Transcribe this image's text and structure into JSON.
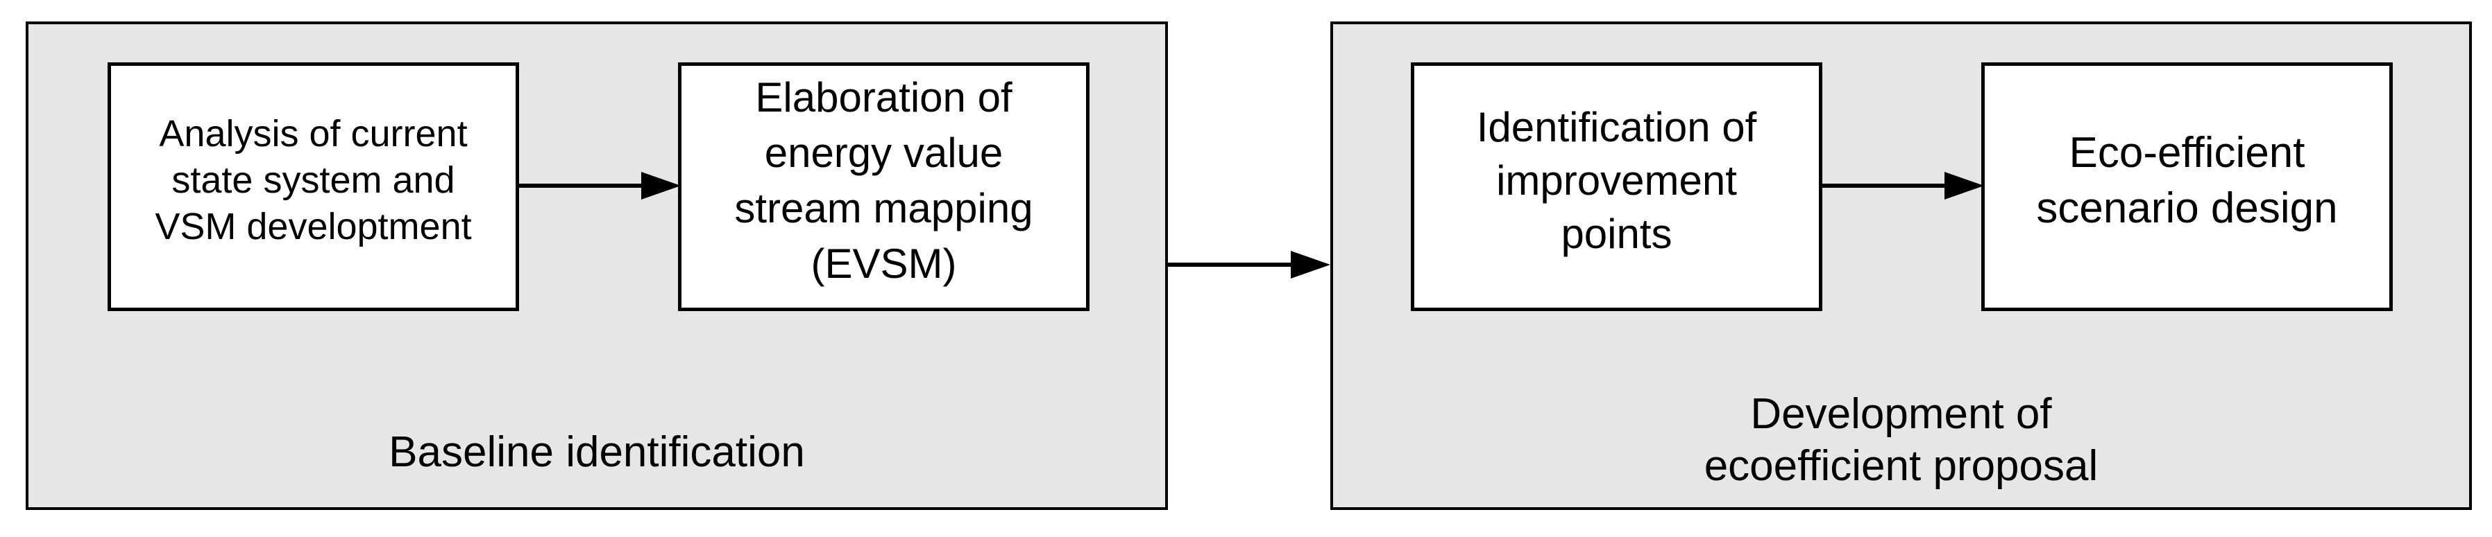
{
  "diagram": {
    "background": "#ffffff",
    "colors": {
      "group_fill": "#e6e6e6",
      "box_fill": "#ffffff",
      "border": "#000000",
      "text": "#000000"
    },
    "groups": [
      {
        "id": "baseline",
        "label": "Baseline identification",
        "boxes": [
          {
            "id": "analysis",
            "lines": [
              "Analysis of current",
              "state system and",
              "VSM developtment"
            ]
          },
          {
            "id": "evsm",
            "lines": [
              "Elaboration of",
              "energy value",
              "stream mapping",
              "(EVSM)"
            ]
          }
        ]
      },
      {
        "id": "development",
        "label_lines": [
          "Development of",
          "ecoefficient proposal"
        ],
        "boxes": [
          {
            "id": "improvement",
            "lines": [
              "Identification of",
              "improvement",
              "points"
            ]
          },
          {
            "id": "scenario",
            "lines": [
              "Eco-efficient",
              "scenario design"
            ]
          }
        ]
      }
    ],
    "arrows": [
      {
        "id": "analysis-to-evsm",
        "from": "analysis",
        "to": "evsm"
      },
      {
        "id": "improvement-to-scenario",
        "from": "improvement",
        "to": "scenario"
      },
      {
        "id": "baseline-to-development",
        "from": "baseline",
        "to": "development"
      }
    ]
  }
}
